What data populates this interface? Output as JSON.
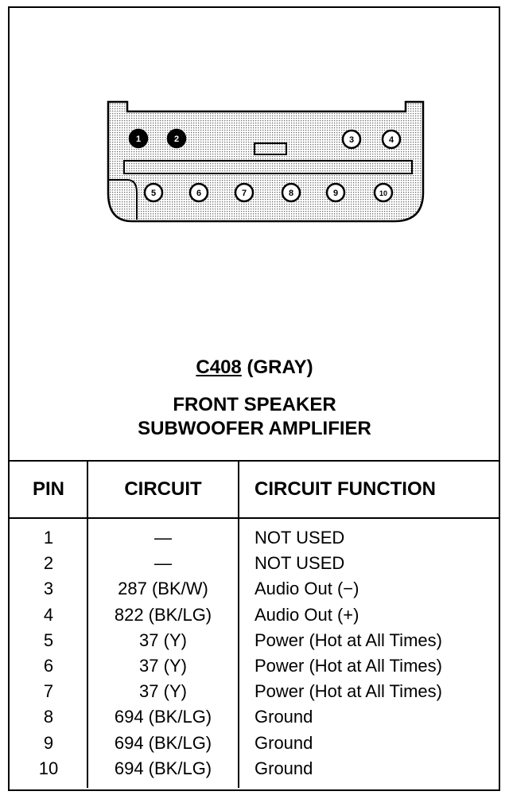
{
  "connector": {
    "id": "C408",
    "color": "(GRAY)",
    "name_line1": "FRONT SPEAKER",
    "name_line2": "SUBWOOFER AMPLIFIER",
    "pins_filled": [
      "1",
      "2"
    ],
    "pins_open": [
      "3",
      "4",
      "5",
      "6",
      "7",
      "8",
      "9",
      "10"
    ]
  },
  "table": {
    "headers": {
      "pin": "PIN",
      "circuit": "CIRCUIT",
      "function": "CIRCUIT FUNCTION"
    },
    "rows": [
      {
        "pin": "1",
        "circuit": "—",
        "function": "NOT USED"
      },
      {
        "pin": "2",
        "circuit": "—",
        "function": "NOT USED"
      },
      {
        "pin": "3",
        "circuit": "287 (BK/W)",
        "function": "Audio Out (−)"
      },
      {
        "pin": "4",
        "circuit": "822 (BK/LG)",
        "function": "Audio Out (+)"
      },
      {
        "pin": "5",
        "circuit": "37 (Y)",
        "function": "Power (Hot at All Times)"
      },
      {
        "pin": "6",
        "circuit": "37 (Y)",
        "function": "Power (Hot at All Times)"
      },
      {
        "pin": "7",
        "circuit": "37 (Y)",
        "function": "Power (Hot at All Times)"
      },
      {
        "pin": "8",
        "circuit": "694 (BK/LG)",
        "function": "Ground"
      },
      {
        "pin": "9",
        "circuit": "694 (BK/LG)",
        "function": "Ground"
      },
      {
        "pin": "10",
        "circuit": "694 (BK/LG)",
        "function": "Ground"
      }
    ]
  }
}
